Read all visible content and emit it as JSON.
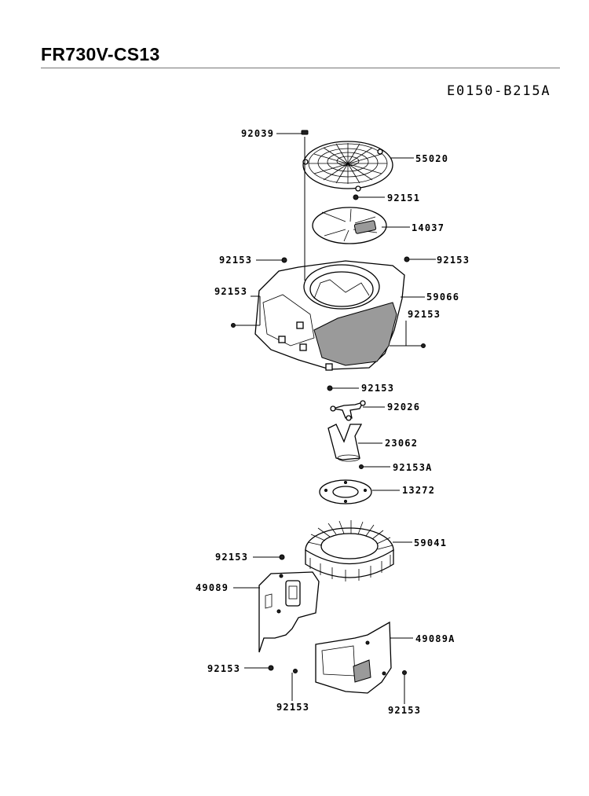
{
  "header": {
    "model": "FR730V-CS13",
    "diagram_code": "E0150-B215A"
  },
  "parts": [
    {
      "number": "92039"
    },
    {
      "number": "55020"
    },
    {
      "number": "92151"
    },
    {
      "number": "14037"
    },
    {
      "number": "92153"
    },
    {
      "number": "92153"
    },
    {
      "number": "92153"
    },
    {
      "number": "59066"
    },
    {
      "number": "92153"
    },
    {
      "number": "92153"
    },
    {
      "number": "92026"
    },
    {
      "number": "23062"
    },
    {
      "number": "92153A"
    },
    {
      "number": "13272"
    },
    {
      "number": "59041"
    },
    {
      "number": "92153"
    },
    {
      "number": "49089"
    },
    {
      "number": "49089A"
    },
    {
      "number": "92153"
    },
    {
      "number": "92153"
    },
    {
      "number": "92153"
    }
  ]
}
